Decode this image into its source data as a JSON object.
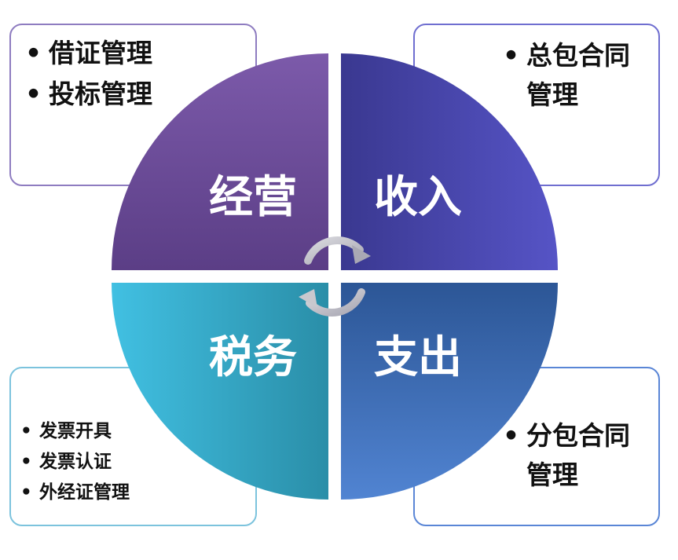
{
  "quadrants": [
    {
      "id": "tl",
      "title": "经营",
      "items": [
        "借证管理",
        "投标管理"
      ]
    },
    {
      "id": "tr",
      "title": "收入",
      "items": [
        "总包合同管理"
      ]
    },
    {
      "id": "bl",
      "title": "税务",
      "items": [
        "发票开具",
        "发票认证",
        "外经证管理"
      ]
    },
    {
      "id": "br",
      "title": "支出",
      "items": [
        "分包合同管理"
      ]
    }
  ],
  "colors": {
    "tl": [
      "#7a5aa6",
      "#5c3f86"
    ],
    "tr": [
      "#3c3a94",
      "#5553c4"
    ],
    "bl": [
      "#3fbde0",
      "#2a8fa8"
    ],
    "br": [
      "#2d5a9a",
      "#4f82d0"
    ]
  }
}
